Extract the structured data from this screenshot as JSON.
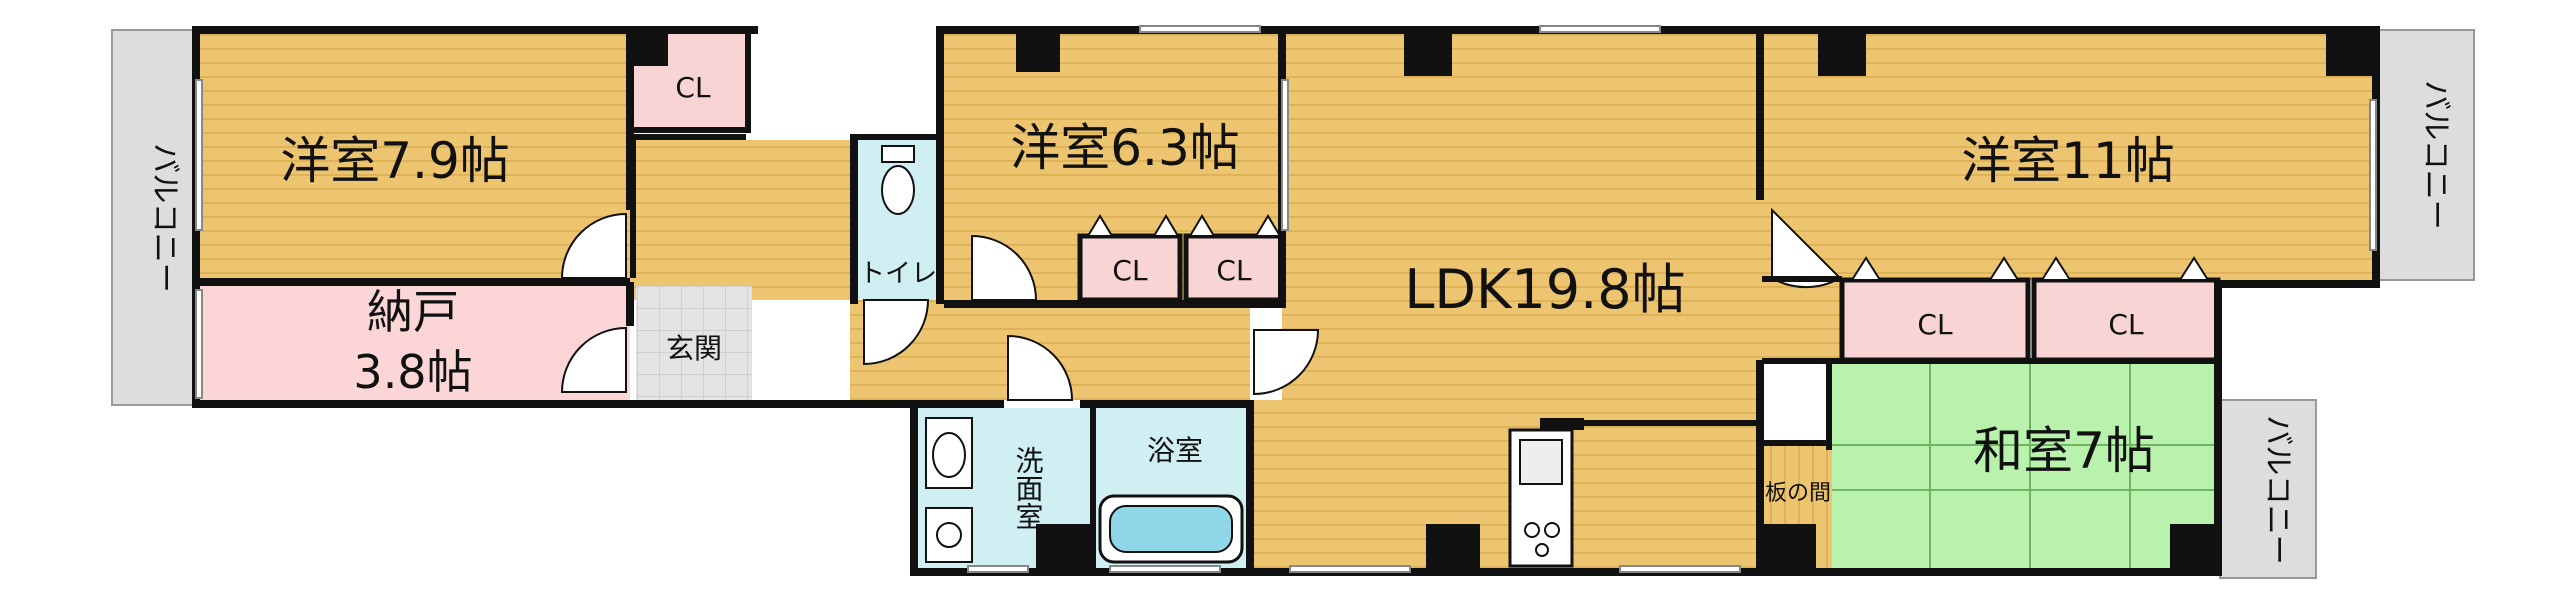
{
  "colors": {
    "wall": "#111111",
    "floor_wood": "#edc570",
    "floor_stripe": "#d9ad4f",
    "closet": "#f9d4d5",
    "storage": "#fcd6d6",
    "tatami": "#b9f2ac",
    "tatami_line": "#6fb561",
    "wet_area": "#cfeff3",
    "tile": "#dcdcdc",
    "balcony": "#dddddd"
  },
  "rooms": {
    "western_79": "洋室7.9帖",
    "western_63": "洋室6.3帖",
    "western_11": "洋室11帖",
    "ldk": "LDK19.8帖",
    "japanese": "和室7帖",
    "storage_line1": "納戸",
    "storage_line2": "3.8帖",
    "entrance": "玄関",
    "toilet": "トイレ",
    "washroom": "洗面室",
    "bathroom": "浴室",
    "board_space": "板の間"
  },
  "closets": {
    "cl1": "CL",
    "cl2": "CL",
    "cl3": "CL",
    "cl4": "CL",
    "cl5": "CL"
  },
  "balconies": {
    "left": "バルコニー",
    "right_top": "バルコニー",
    "right_bottom": "バルコニー"
  }
}
